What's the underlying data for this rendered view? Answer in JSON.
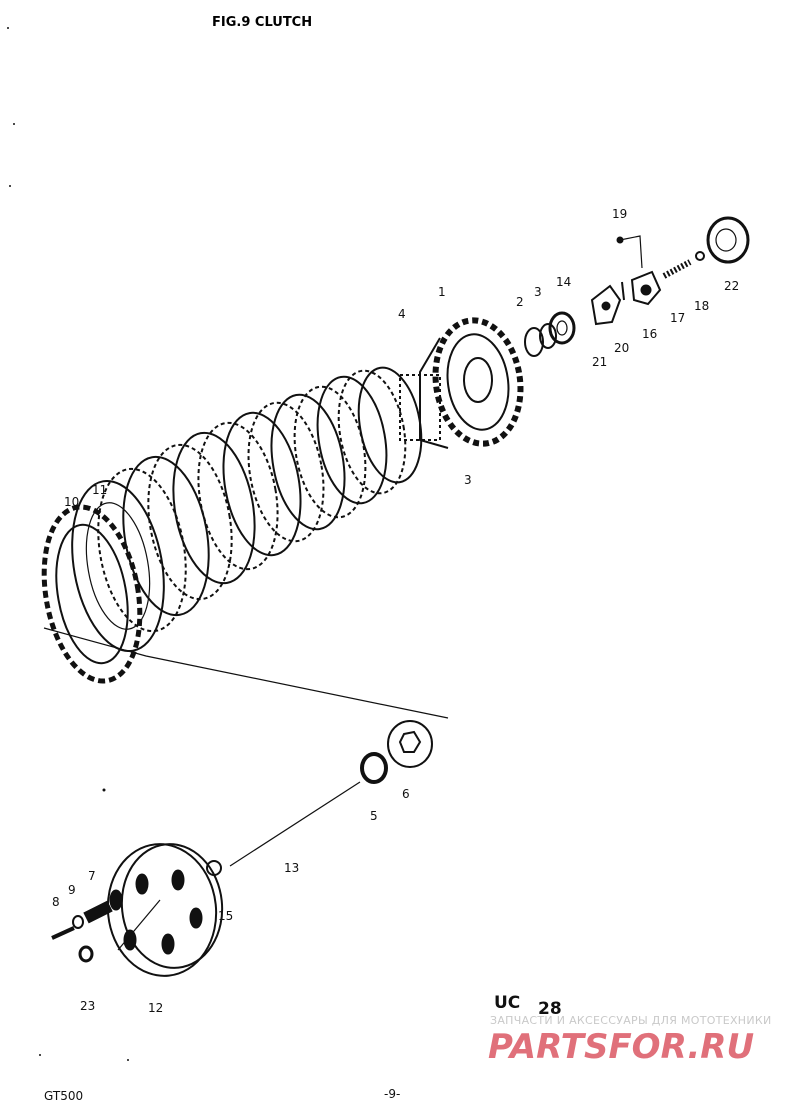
{
  "title": "FIG.9  CLUTCH",
  "callouts": [
    "1",
    "2",
    "3",
    "14",
    "4",
    "3",
    "19",
    "22",
    "18",
    "17",
    "16",
    "20",
    "21",
    "10",
    "11",
    "6",
    "5",
    "13",
    "7",
    "9",
    "8",
    "15",
    "12",
    "23"
  ],
  "footer": {
    "model": "GT500",
    "page": "-9-",
    "code_prefix": "UC",
    "code_number": "28"
  },
  "watermark": {
    "tagline": "ЗАПЧАСТИ И АКСЕССУАРЫ ДЛЯ МОТОТЕХНИКИ",
    "logo": "PARTSFOR.RU",
    "color": "#e0707a"
  }
}
